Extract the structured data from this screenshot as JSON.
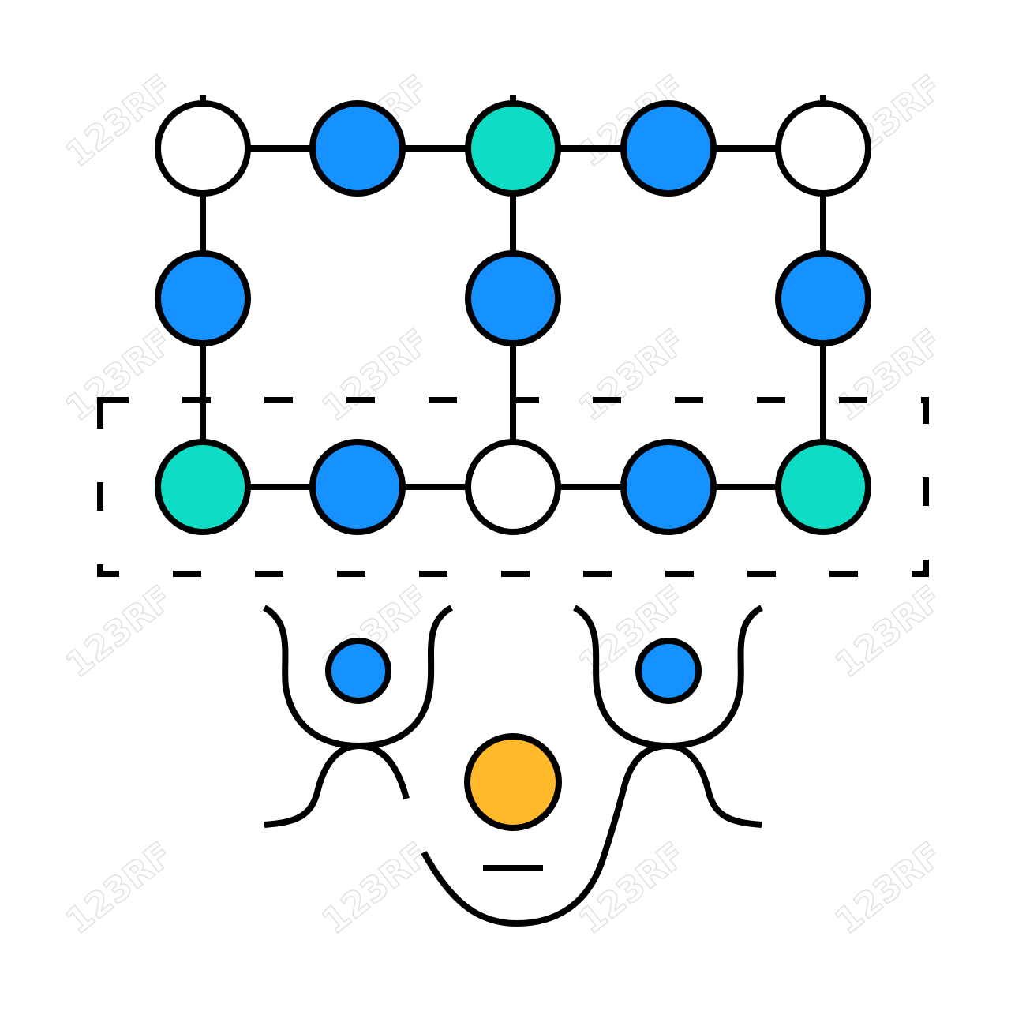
{
  "colors": {
    "stroke": "#000000",
    "background": "#ffffff",
    "blue_node": "#1592ff",
    "teal_node": "#0fdcc4",
    "white_node": "#ffffff",
    "orange_node": "#ffb92a",
    "watermark": "#d9d9d9"
  },
  "lattice": {
    "row_top": [
      "white",
      "blue",
      "teal",
      "blue",
      "white"
    ],
    "row_middle": [
      "blue",
      null,
      "blue",
      null,
      "blue"
    ],
    "row_bottom": [
      "teal",
      "blue",
      "white",
      "blue",
      "teal"
    ]
  },
  "particles": {
    "left_small": "blue",
    "right_small": "blue",
    "center_large": "orange"
  },
  "watermark": {
    "text": "123RF"
  }
}
